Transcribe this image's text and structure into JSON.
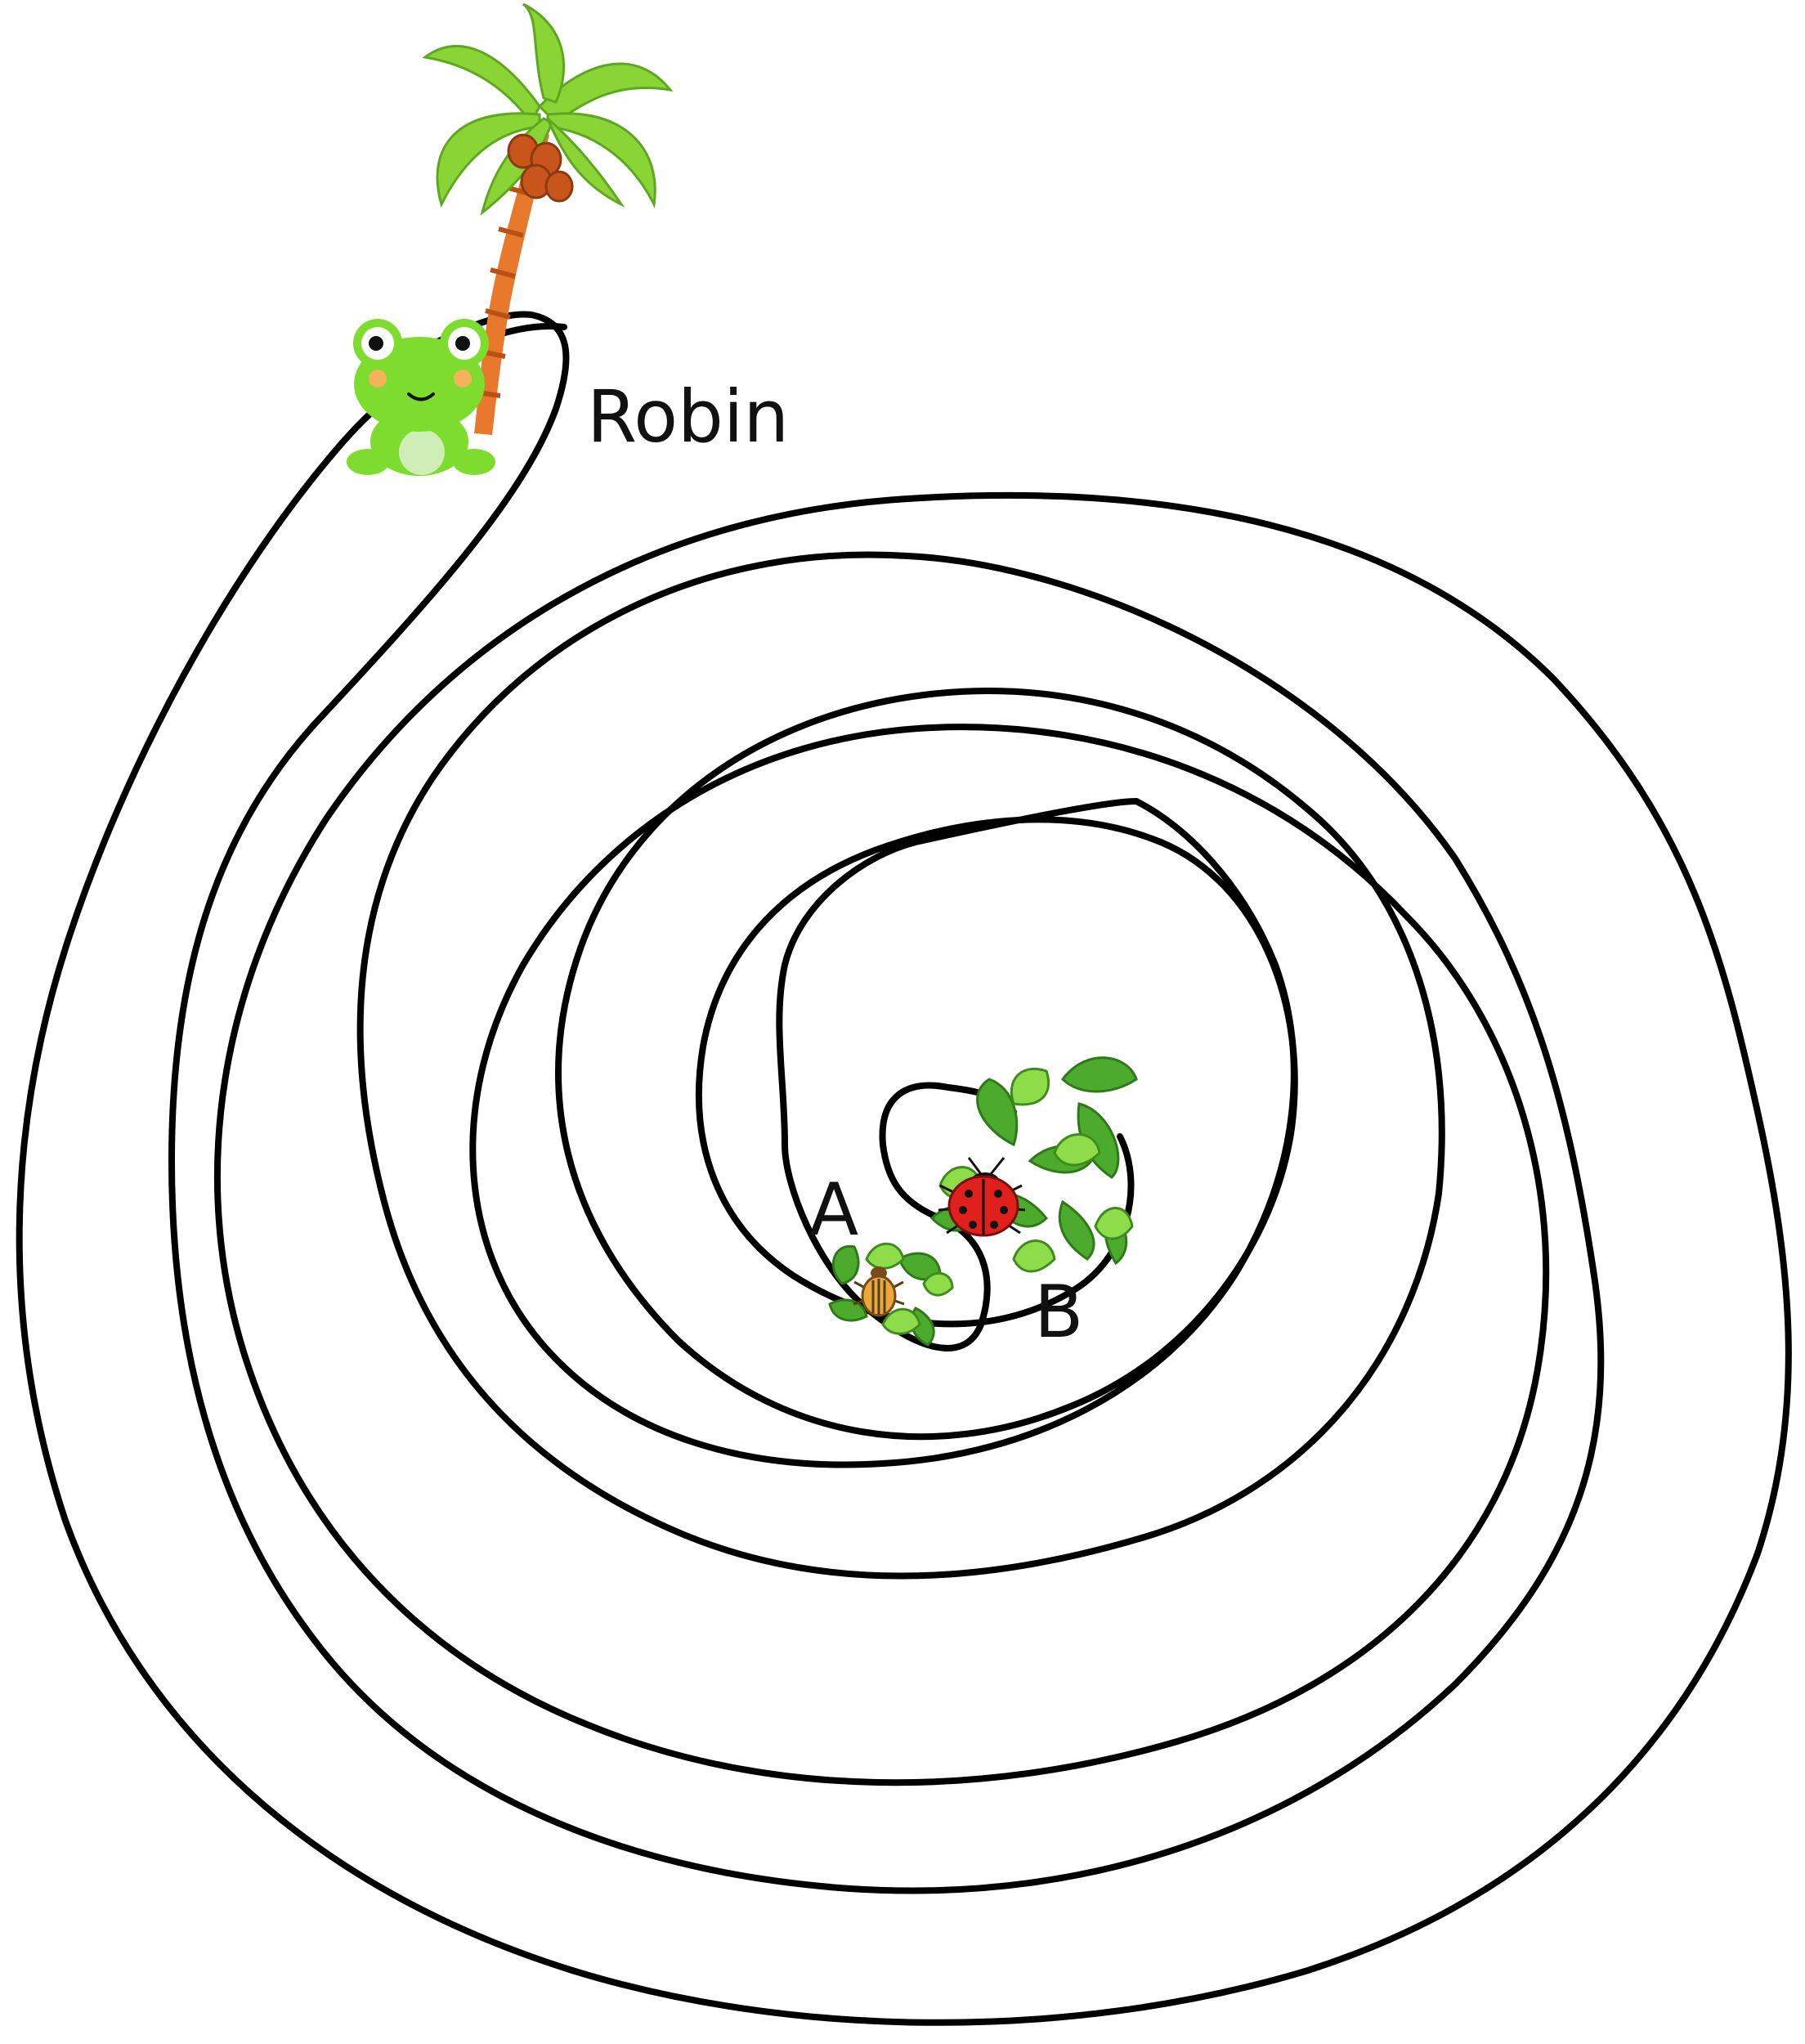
{
  "labels": {
    "name": "Robin",
    "exit_a": "A",
    "exit_b": "B"
  },
  "pictures": {
    "character": "frog",
    "tree": "palm-tree",
    "target_bug": "ladybug",
    "other_bug": "striped-beetle",
    "leaves": "leaf-cluster"
  },
  "colors": {
    "maze_line": "#000000",
    "background": "#ffffff",
    "frog_green": "#7ddc2e",
    "palm_green": "#8ad436",
    "trunk_orange": "#e8782c",
    "ladybug_red": "#e0201c",
    "leaf_green": "#4caa2c"
  }
}
